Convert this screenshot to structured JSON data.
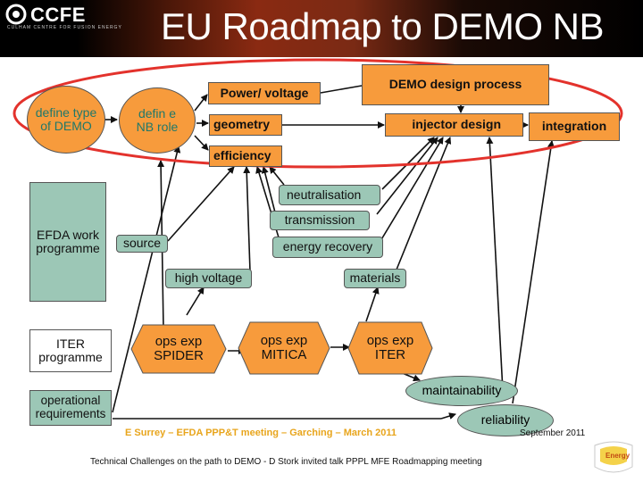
{
  "header": {
    "logo": "CCFE",
    "logo_sub": "CULHAM CENTRE FOR FUSION ENERGY",
    "title": "EU Roadmap to DEMO NB"
  },
  "nodes": {
    "define_type": "define type of DEMO",
    "define_nb": "defin e NB role",
    "power_voltage": "Power/ voltage",
    "demo_design": "DEMO design process",
    "geometry": "geometry",
    "injector_design": "injector design",
    "integration": "integration",
    "efficiency": "efficiency",
    "neutralisation": "neutralisation",
    "transmission": "transmission",
    "energy_recovery": "energy recovery",
    "source": "source",
    "high_voltage": "high voltage",
    "materials": "materials",
    "efda": "EFDA work programme",
    "iter_programme": "ITER programme",
    "ops_spider": "ops exp SPIDER",
    "ops_mitica": "ops exp MITICA",
    "ops_iter": "ops exp ITER",
    "maintainability": "maintainability",
    "reliability": "reliability",
    "operational": "operational requirements"
  },
  "footer": {
    "author": "E Surrey – EFDA PPP&T meeting – Garching – March 2011",
    "talk": "Technical Challenges on the path to DEMO - D Stork invited talk PPPL MFE Roadmapping meeting",
    "date": "September 2011",
    "badge": "Energy"
  },
  "colors": {
    "orange": "#f79b3c",
    "teal": "#9cc7b6",
    "ellipse": "#e3322c",
    "header": "#000000"
  }
}
